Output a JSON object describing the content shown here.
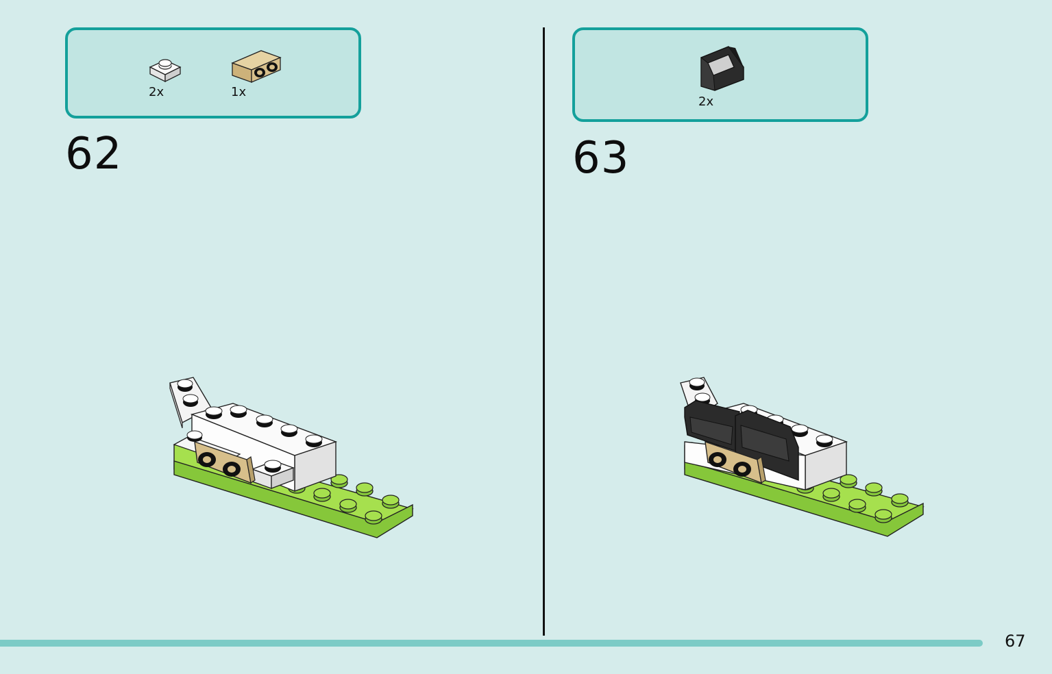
{
  "steps": [
    {
      "number": "62",
      "parts": [
        {
          "qty": "2x",
          "icon": "white-1x1-plate-icon",
          "color": "#ffffff"
        },
        {
          "qty": "1x",
          "icon": "tan-bracket-plate-icon",
          "color": "#d7bf8b"
        }
      ]
    },
    {
      "number": "63",
      "parts": [
        {
          "qty": "2x",
          "icon": "black-windscreen-icon",
          "color": "#2a2a2a"
        }
      ]
    }
  ],
  "page_number": "67",
  "colors": {
    "background": "#d5eceb",
    "box_border": "#14a09b",
    "box_fill": "#c1e5e2",
    "lime": "#97d63c",
    "tan": "#d7bf8b",
    "black_piece": "#2b2b2b",
    "bar": "#7ccbc6"
  }
}
